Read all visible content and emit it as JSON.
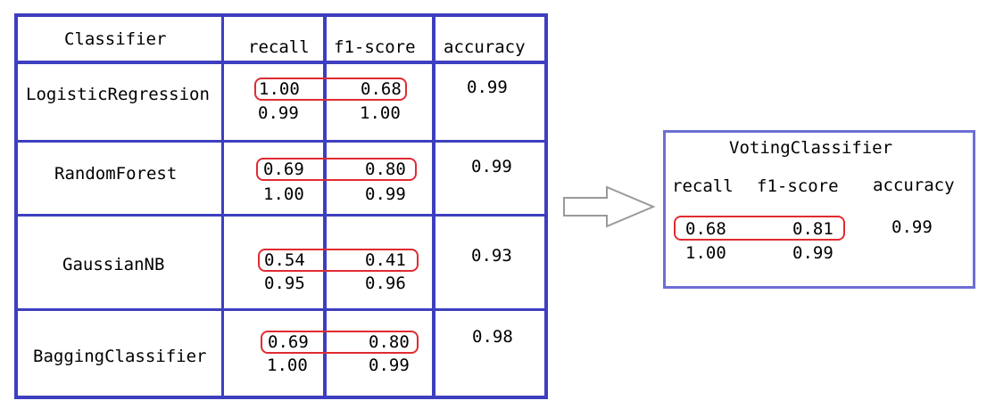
{
  "main_table": {
    "headers": {
      "classifier": "Classifier",
      "recall": "recall",
      "f1": "f1-score",
      "accuracy": "accuracy"
    },
    "rows": [
      {
        "name": "LogisticRegression",
        "recall": [
          "1.00",
          "0.99"
        ],
        "f1": [
          "0.68",
          "1.00"
        ],
        "accuracy": "0.99"
      },
      {
        "name": "RandomForest",
        "recall": [
          "0.69",
          "1.00"
        ],
        "f1": [
          "0.80",
          "0.99"
        ],
        "accuracy": "0.99"
      },
      {
        "name": "GaussianNB",
        "recall": [
          "0.54",
          "0.95"
        ],
        "f1": [
          "0.41",
          "0.96"
        ],
        "accuracy": "0.93"
      },
      {
        "name": "BaggingClassifier",
        "recall": [
          "0.69",
          "1.00"
        ],
        "f1": [
          "0.80",
          "0.99"
        ],
        "accuracy": "0.98"
      }
    ]
  },
  "arrow": {
    "color": "#999999"
  },
  "voting": {
    "title": "VotingClassifier",
    "headers": {
      "recall": "recall",
      "f1": "f1-score",
      "accuracy": "accuracy"
    },
    "recall": [
      "0.68",
      "1.00"
    ],
    "f1": [
      "0.81",
      "0.99"
    ],
    "accuracy": "0.99"
  },
  "colors": {
    "grid": "#3d3fbf",
    "highlight": "#e02b32",
    "voting_border": "#6d6fd4"
  }
}
